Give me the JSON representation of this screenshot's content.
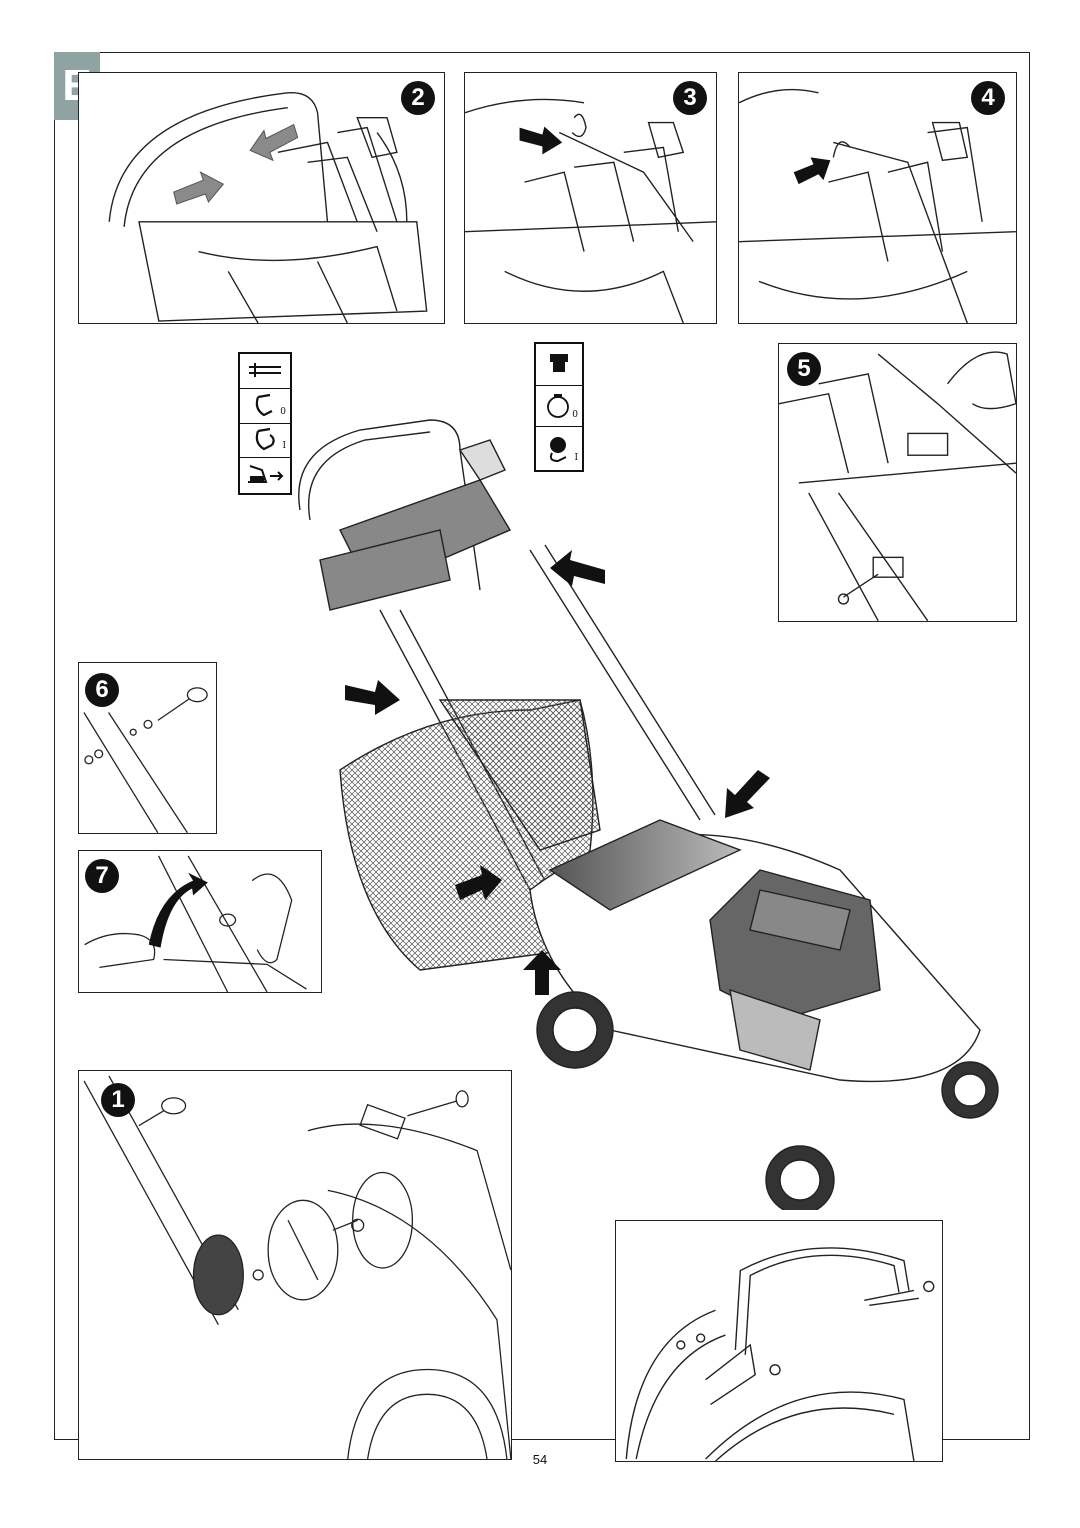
{
  "section": {
    "letter": "E"
  },
  "panels": {
    "step2": {
      "number": "2"
    },
    "step3": {
      "number": "3"
    },
    "step4": {
      "number": "4"
    },
    "step5": {
      "number": "5"
    },
    "step6": {
      "number": "6"
    },
    "step7": {
      "number": "7"
    },
    "step1": {
      "number": "1"
    }
  },
  "symbol_strips": {
    "left": [
      {
        "icon": "blade-brake-icon",
        "mark": ""
      },
      {
        "icon": "lever-released-icon",
        "mark": "0"
      },
      {
        "icon": "lever-engaged-icon",
        "mark": "I"
      },
      {
        "icon": "mower-drive-icon",
        "mark": ""
      }
    ],
    "right": [
      {
        "icon": "engine-icon",
        "mark": ""
      },
      {
        "icon": "engine-off-icon",
        "mark": "0"
      },
      {
        "icon": "engine-run-icon",
        "mark": "I"
      }
    ]
  },
  "colors": {
    "tab": "#8fa3a3",
    "arrow": "#111111",
    "grey_arrow": "#8a8a8a",
    "frame": "#222222"
  },
  "page": {
    "number": "54"
  }
}
